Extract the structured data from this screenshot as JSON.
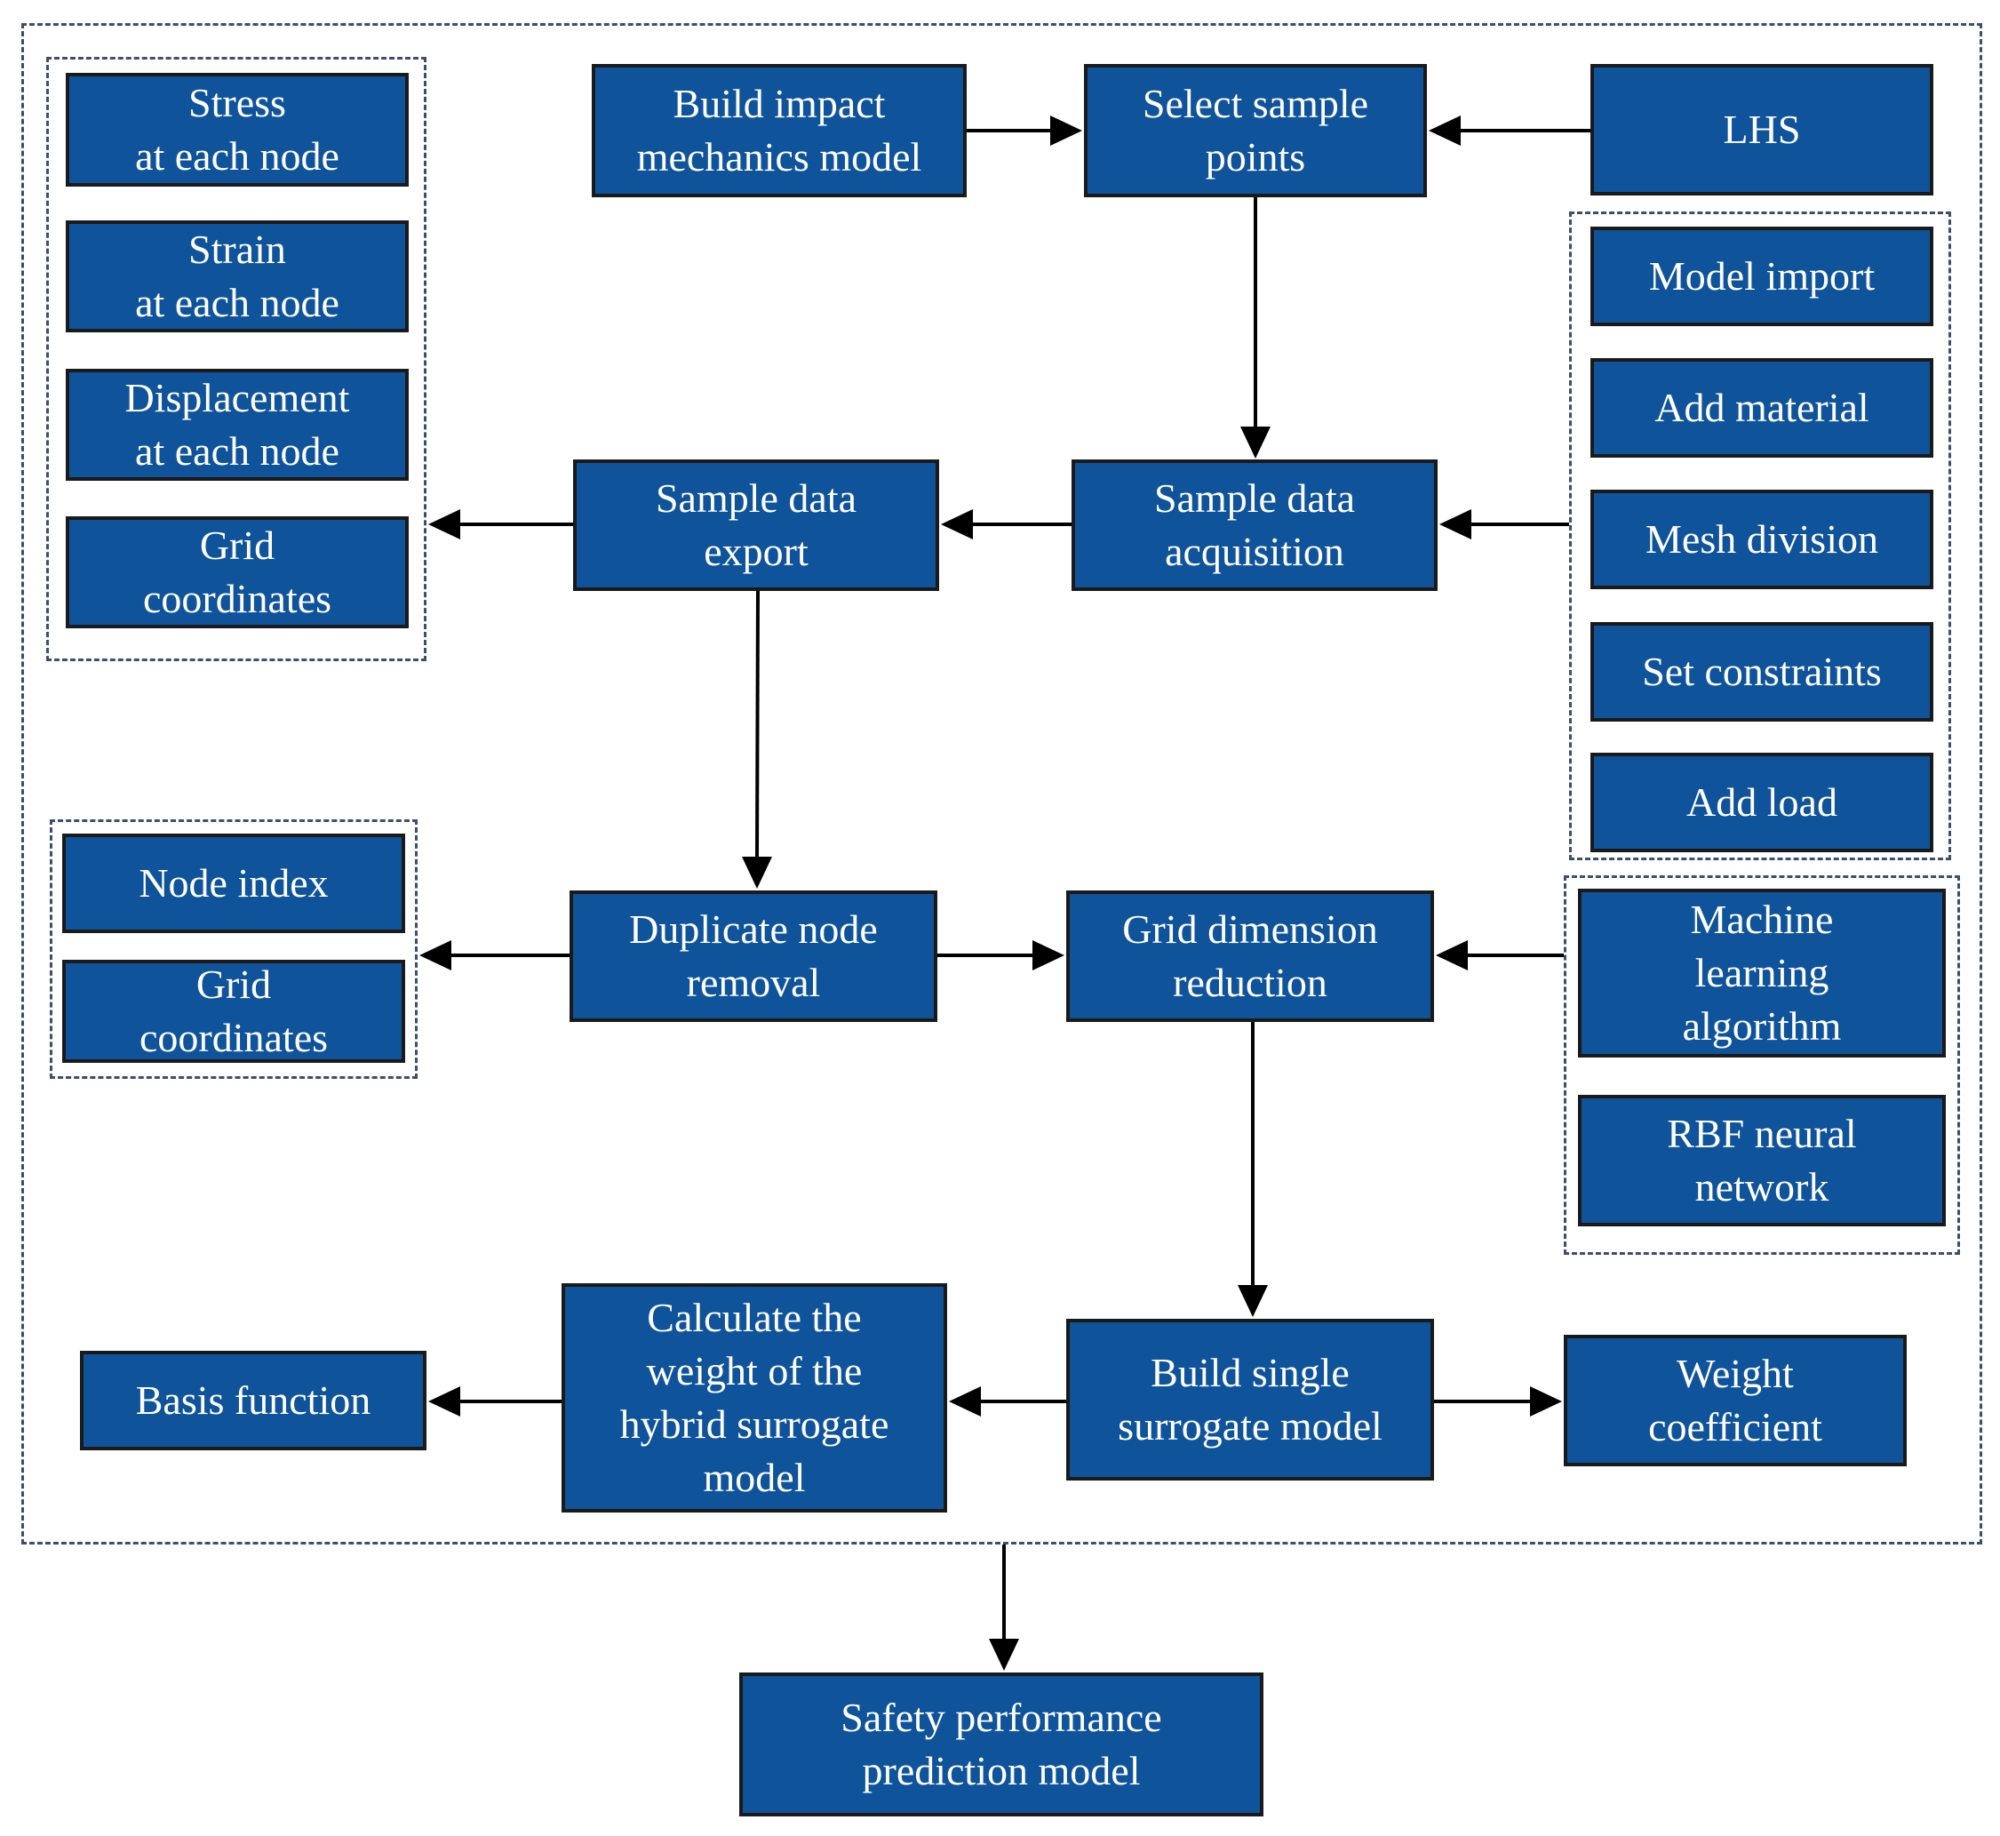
{
  "nodes": {
    "stress": "Stress\nat each node",
    "strain": "Strain\nat each node",
    "displacement": "Displacement\nat each node",
    "grid_coordinates_top": "Grid\ncoordinates",
    "build_impact": "Build impact\nmechanics model",
    "select_sample": "Select sample\npoints",
    "lhs": "LHS",
    "model_import": "Model import",
    "add_material": "Add material",
    "mesh_division": "Mesh division",
    "set_constraints": "Set constraints",
    "add_load": "Add load",
    "sample_export": "Sample data\nexport",
    "sample_acquisition": "Sample data\nacquisition",
    "node_index": "Node index",
    "grid_coordinates_bottom": "Grid\ncoordinates",
    "duplicate_removal": "Duplicate node\nremoval",
    "grid_reduction": "Grid dimension\nreduction",
    "machine_learning": "Machine\nlearning\nalgorithm",
    "rbf": "RBF neural\nnetwork",
    "basis_function": "Basis function",
    "calculate_weight": "Calculate the\nweight of the\nhybrid surrogate\nmodel",
    "build_single": "Build single\nsurrogate model",
    "weight_coefficient": "Weight\ncoefficient",
    "safety_model": "Safety performance\nprediction model"
  },
  "colors": {
    "box_fill": "#0f539b",
    "box_border": "#1a1a1a",
    "box_text": "#ffffff",
    "arrow": "#000000",
    "dashed_border": "#3a4f6e"
  }
}
